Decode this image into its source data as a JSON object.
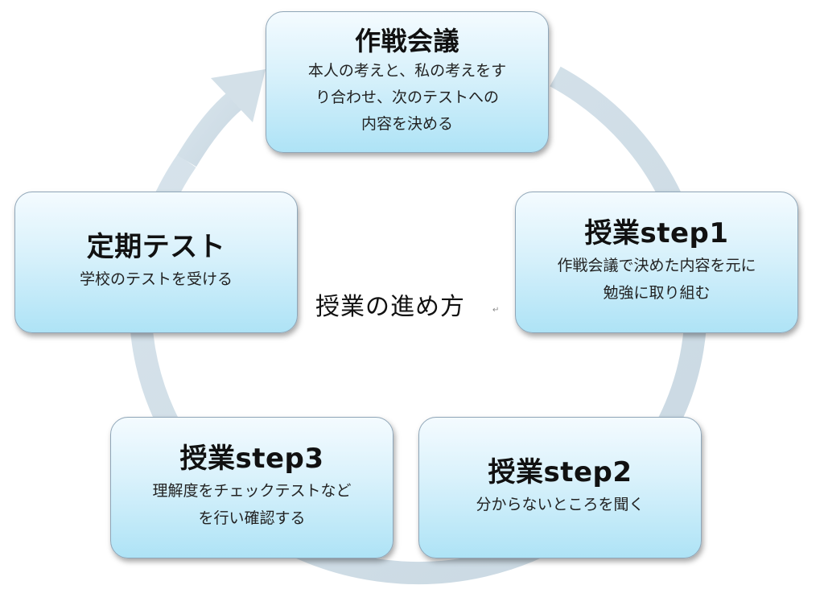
{
  "diagram": {
    "center_title": "授業の進め方",
    "return_mark": "↵",
    "nodes": [
      {
        "title": "作戦会議",
        "description": "本人の考えと、私の考えをす\nり合わせ、次のテストへの\n内容を決める"
      },
      {
        "title": "授業step1",
        "description": "作戦会議で決めた内容を元に\n勉強に取り組む"
      },
      {
        "title": "授業step2",
        "description": "分からないところを聞く"
      },
      {
        "title": "授業step3",
        "description": "理解度をチェックテストなど\nを行い確認する"
      },
      {
        "title": "定期テスト",
        "description": "学校のテストを受ける"
      }
    ],
    "colors": {
      "ring": "#d3e0e8",
      "box_top": "#f4fbff",
      "box_bottom": "#aee3f6",
      "box_border": "#8fa6b8"
    }
  }
}
